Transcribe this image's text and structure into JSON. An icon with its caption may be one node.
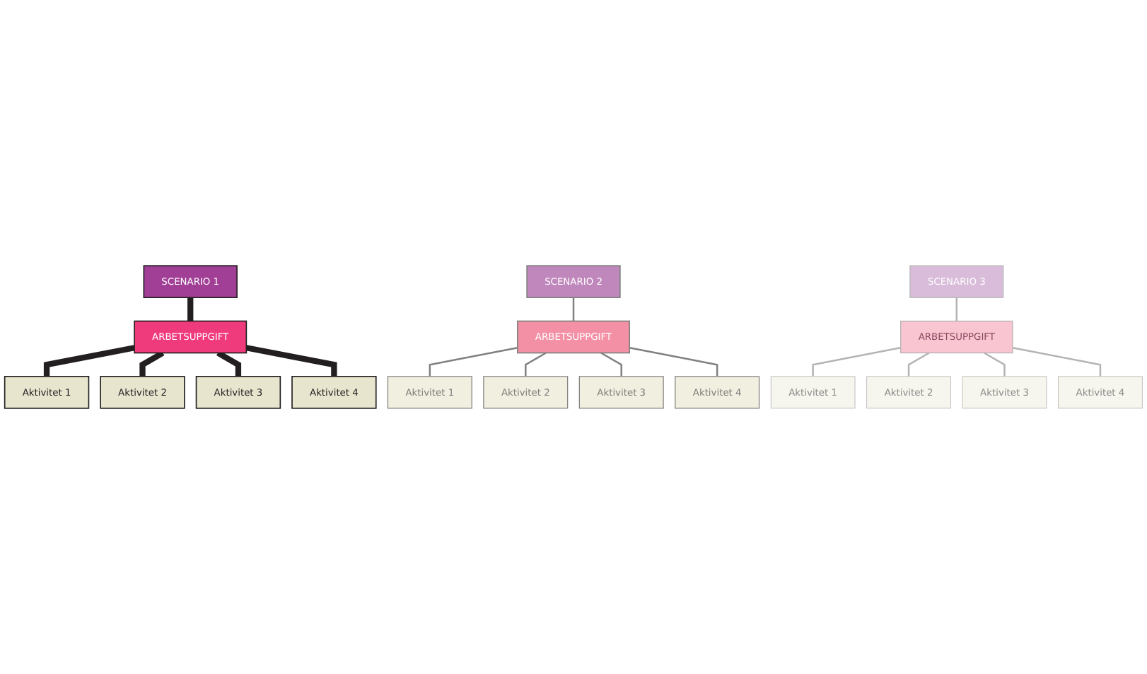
{
  "diagram": {
    "nodes": [
      {
        "text": [
          "SCENARIO 1"
        ]
      },
      {
        "text": [
          "ARBETSUPPGIFT"
        ]
      },
      {
        "text": [
          "Aktivitet 1"
        ]
      },
      {
        "text": [
          "Aktivitet 2"
        ]
      },
      {
        "text": [
          "Aktivitet 3"
        ]
      },
      {
        "text": [
          "Aktivitet 4"
        ]
      },
      {
        "text": [
          "SCENARIO 2"
        ]
      },
      {
        "text": [
          "ARBETSUPPGIFT"
        ]
      },
      {
        "text": [
          "Aktivitet 1"
        ]
      },
      {
        "text": [
          "Aktivitet 2"
        ]
      },
      {
        "text": [
          "Aktivitet 3"
        ]
      },
      {
        "text": [
          "Aktivitet 4"
        ]
      },
      {
        "text": [
          "SCENARIO 3"
        ]
      },
      {
        "text": [
          "ARBETSUPPGIFT"
        ]
      },
      {
        "text": [
          "Aktivitet 1"
        ]
      },
      {
        "text": [
          "Aktivitet 2"
        ]
      },
      {
        "text": [
          "Aktivitet 3"
        ]
      },
      {
        "text": [
          "Aktivitet 4"
        ]
      }
    ],
    "edges": [
      {
        "from": 0,
        "to": 1,
        "arrow": "none",
        "style": "thick",
        "color": "#231f20"
      },
      {
        "from": 1,
        "to": 2,
        "arrow": "none",
        "style": "thick",
        "color": "#231f20"
      },
      {
        "from": 1,
        "to": 3,
        "arrow": "none",
        "style": "thick",
        "color": "#231f20"
      },
      {
        "from": 1,
        "to": 4,
        "arrow": "none",
        "style": "thick",
        "color": "#231f20"
      },
      {
        "from": 1,
        "to": 5,
        "arrow": "none",
        "style": "thick",
        "color": "#231f20"
      },
      {
        "from": 6,
        "to": 7,
        "arrow": "none",
        "color": "#808080"
      },
      {
        "from": 7,
        "to": 8,
        "arrow": "none",
        "color": "#808080"
      },
      {
        "from": 7,
        "to": 9,
        "arrow": "none",
        "color": "#808080"
      },
      {
        "from": 7,
        "to": 10,
        "arrow": "none",
        "color": "#808080"
      },
      {
        "from": 7,
        "to": 11,
        "arrow": "none",
        "color": "#808080"
      },
      {
        "from": 12,
        "to": 13,
        "arrow": "none",
        "color": "#b3b3b3"
      },
      {
        "from": 13,
        "to": 14,
        "arrow": "none",
        "color": "#b3b3b3"
      },
      {
        "from": 13,
        "to": 15,
        "arrow": "none",
        "color": "#b3b3b3"
      },
      {
        "from": 13,
        "to": 16,
        "arrow": "none",
        "color": "#b3b3b3"
      },
      {
        "from": 13,
        "to": 17,
        "arrow": "none",
        "color": "#b3b3b3"
      }
    ]
  }
}
